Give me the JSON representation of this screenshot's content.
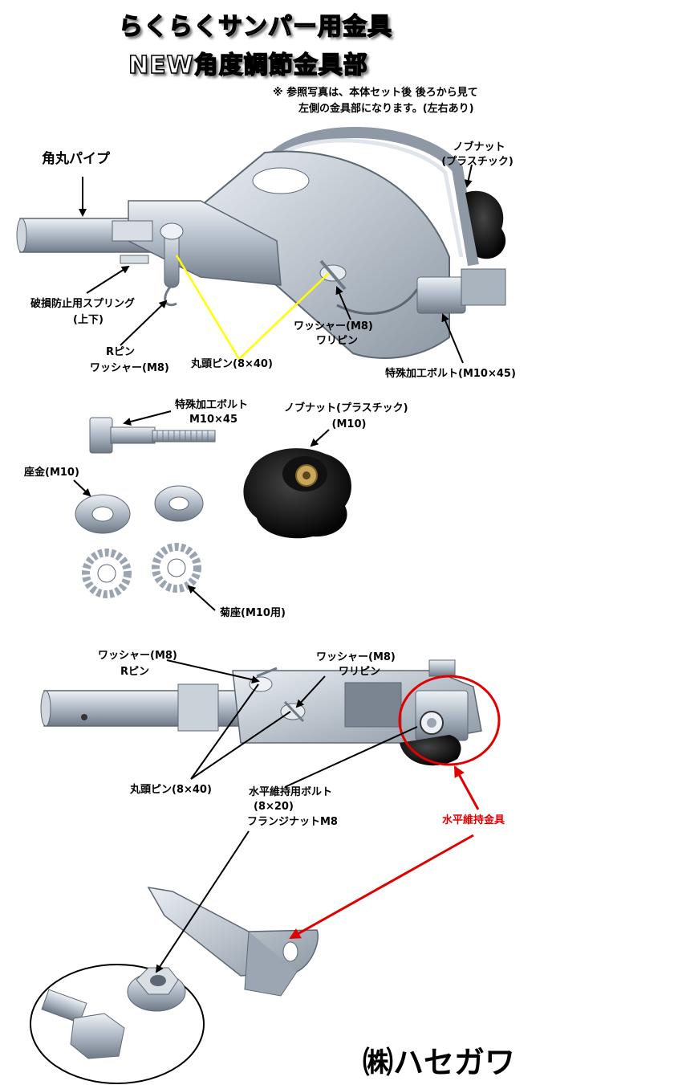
{
  "title": {
    "line1": "らくらくサンパー用金具",
    "line2": "NEW角度調節金具部"
  },
  "note": {
    "line1": "※ 参照写真は、本体セット後 後ろから見て",
    "line2": "左側の金具部になります。(左右あり)"
  },
  "section1": {
    "pipe": "角丸パイプ",
    "knob_nut_1": "ノブナット",
    "knob_nut_2": "(プラスチック)",
    "spring_1": "破損防止用スプリング",
    "spring_2": "(上下)",
    "rpin_1": "Rピン",
    "rpin_2": "ワッシャー(M8)",
    "round_pin": "丸頭ピン(8×40)",
    "washer_1": "ワッシャー(M8)",
    "washer_2": "ワリピン",
    "special_bolt": "特殊加工ボルト(M10×45)"
  },
  "section2": {
    "bolt_1": "特殊加工ボルト",
    "bolt_2": "M10×45",
    "knob_1": "ノブナット(プラスチック)",
    "knob_2": "(M10)",
    "zagane": "座金(M10)",
    "kikuza": "菊座(M10用)"
  },
  "section3": {
    "washer_rpin_1": "ワッシャー(M8)",
    "washer_rpin_2": "Rピン",
    "washer_wari_1": "ワッシャー(M8)",
    "washer_wari_2": "ワリピン",
    "round_pin": "丸頭ピン(8×40)",
    "level_bolt_1": "水平維持用ボルト",
    "level_bolt_2": "(8×20)",
    "level_bolt_3": "フランジナットM8",
    "level_bracket": "水平維持金具"
  },
  "company": "㈱ハセガワ",
  "colors": {
    "arrow_black": "#000000",
    "arrow_yellow": "#ffff00",
    "arrow_red": "#e00000",
    "metal": "#b9c3ce"
  }
}
